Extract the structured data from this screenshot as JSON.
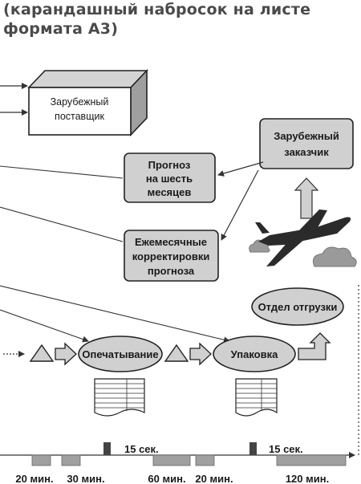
{
  "title_lines": [
    "(карандашный набросок на листе",
    "формата А3)"
  ],
  "supplier": {
    "lines": [
      "Зарубежный",
      "поставщик"
    ]
  },
  "customer": {
    "lines": [
      "Зарубежный",
      "заказчик"
    ]
  },
  "forecast": {
    "lines": [
      "Прогноз",
      "на шесть",
      "месяцев"
    ]
  },
  "monthly": {
    "lines": [
      "Ежемесячные",
      "корректировки",
      "прогноза"
    ]
  },
  "shipping": {
    "label": "Отдел отгрузки"
  },
  "process1": {
    "label": "Опечатывание"
  },
  "process2": {
    "label": "Упаковка"
  },
  "timeline": {
    "cycle1": "15 сек.",
    "cycle2": "15 сек.",
    "waits": [
      "20 мин.",
      "30 мин.",
      "60 мин.",
      "20 мин.",
      "120 мин."
    ]
  }
}
